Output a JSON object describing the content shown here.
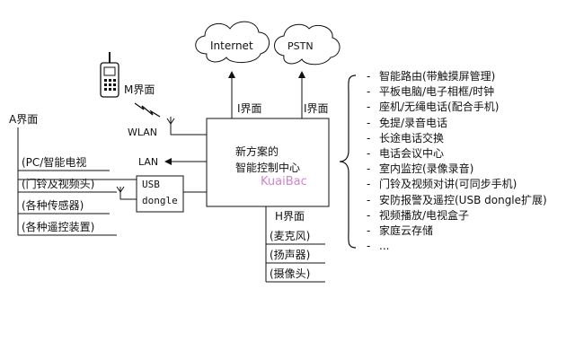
{
  "clouds": {
    "internet": "Internet",
    "pstn": "PSTN"
  },
  "interfaces": {
    "m": "M界面",
    "i_left": "I界面",
    "i_right": "I界面",
    "a": "A界面",
    "h": "H界面"
  },
  "center": {
    "line1": "新方案的",
    "line2": "智能控制中心",
    "watermark": "KuaiBac"
  },
  "links": {
    "wlan": "WLAN",
    "lan": "LAN"
  },
  "usb": {
    "line1": "USB",
    "line2": "dongle"
  },
  "a_items": [
    "(PC/智能电视",
    "(门铃及视频头)",
    "(各种传感器)",
    "(各种遥控装置)"
  ],
  "h_items": [
    "(麦克风)",
    "(扬声器)",
    "(摄像头)"
  ],
  "right_items": [
    "智能路由(带触摸屏管理)",
    "平板电脑/电子相框/时钟",
    "座机/无绳电话(配合手机)",
    "免提/录音电话",
    "长途电话交换",
    "电话会议中心",
    "室内监控(录像录音)",
    "门铃及视频对讲(可同步手机)",
    "安防报警及遥控(USB dongle扩展)",
    "视频播放/电视盒子",
    "家庭云存储",
    "..."
  ],
  "dash": "-"
}
